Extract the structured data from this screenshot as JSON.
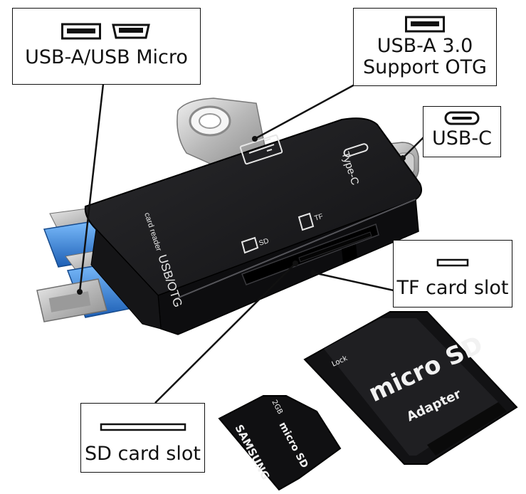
{
  "callouts": {
    "usb_a_micro": {
      "label": "USB-A/USB Micro",
      "icons": [
        "usb-a-port-icon",
        "micro-usb-port-icon"
      ]
    },
    "usb_a_30": {
      "line1": "USB-A 3.0",
      "line2": "Support OTG",
      "icons": [
        "usb-a-port-icon"
      ]
    },
    "usb_c": {
      "label": "USB-C",
      "icons": [
        "usb-c-port-icon"
      ]
    },
    "tf_slot": {
      "label": "TF card slot",
      "icons": [
        "card-slot-icon"
      ]
    },
    "sd_slot": {
      "label": "SD card slot",
      "icons": [
        "card-slot-icon"
      ]
    }
  },
  "device": {
    "brand_line1": "USB/OTG",
    "brand_line2": "card reader",
    "type_c_label": "Type-C",
    "sd_label": "SD",
    "tf_label": "TF",
    "usb_symbol_icon": "usb-trident-icon"
  },
  "cards": {
    "microsd": {
      "brand": "SAMSUNG",
      "capacity": "2GB",
      "logo": "micro SD"
    },
    "adapter": {
      "logo": "micro SD",
      "caption": "Adapter",
      "lock_label": "Lock"
    }
  },
  "colors": {
    "device_body": "#1b1b1d",
    "connector_blue": "#2d7fd6",
    "metal": "#c9c9c9",
    "background": "#ffffff"
  }
}
